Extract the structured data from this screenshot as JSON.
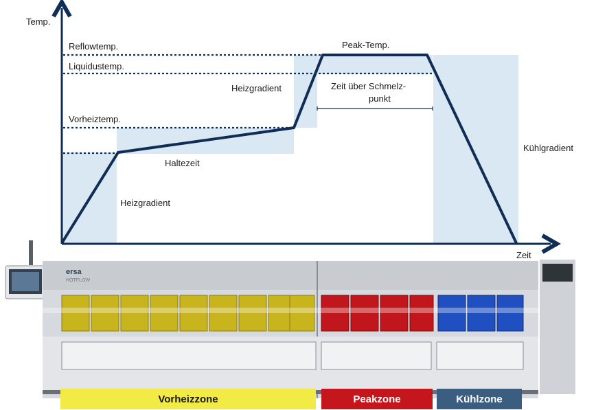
{
  "axes": {
    "y_label": "Temp.",
    "x_label": "Zeit"
  },
  "levels": {
    "reflow": "Reflowtemp.",
    "liquidus": "Liquidustemp.",
    "preheat": "Vorheiztemp."
  },
  "phases": {
    "heat1": "Heizgradient",
    "hold": "Haltezeit",
    "heat2": "Heizgradient",
    "peak": "Peak-Temp.",
    "tal_line1": "Zeit über Schmelz-",
    "tal_line2": "punkt",
    "cool": "Kühlgradient"
  },
  "machine": {
    "brand": "ersa",
    "model": "HOTFLOW"
  },
  "zones": [
    {
      "label": "Vorheizzone",
      "color": "#f2ea45",
      "text_color": "#1a1a1a"
    },
    {
      "label": "Peakzone",
      "color": "#c4161c",
      "text_color": "#ffffff"
    },
    {
      "label": "Kühlzone",
      "color": "#3b5e80",
      "text_color": "#ffffff"
    }
  ],
  "colors": {
    "curve": "#0f2d55",
    "shade": "#d6e6f3",
    "preheat_modules": "#c8b41c",
    "peak_modules": "#c0161c",
    "cool_modules": "#1f4fc0"
  }
}
